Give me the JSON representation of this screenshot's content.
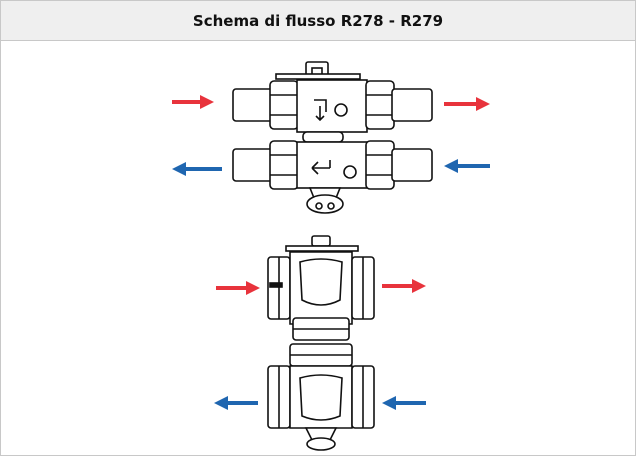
{
  "header": {
    "title": "Schema di flusso R278 - R279"
  },
  "colors": {
    "inflow_arrow": "#e8333c",
    "return_arrow": "#1f66b0",
    "line": "#111111",
    "border": "#c8c8c8",
    "header_bg": "#efefef"
  },
  "diagrams": [
    {
      "name": "R278-union-ball-valve-pair",
      "arrows": [
        "in-right",
        "out-right",
        "return-left",
        "return-left"
      ]
    },
    {
      "name": "R279-threaded-ball-valve-pair",
      "arrows": [
        "in-right",
        "out-right",
        "return-left",
        "return-left"
      ]
    }
  ]
}
